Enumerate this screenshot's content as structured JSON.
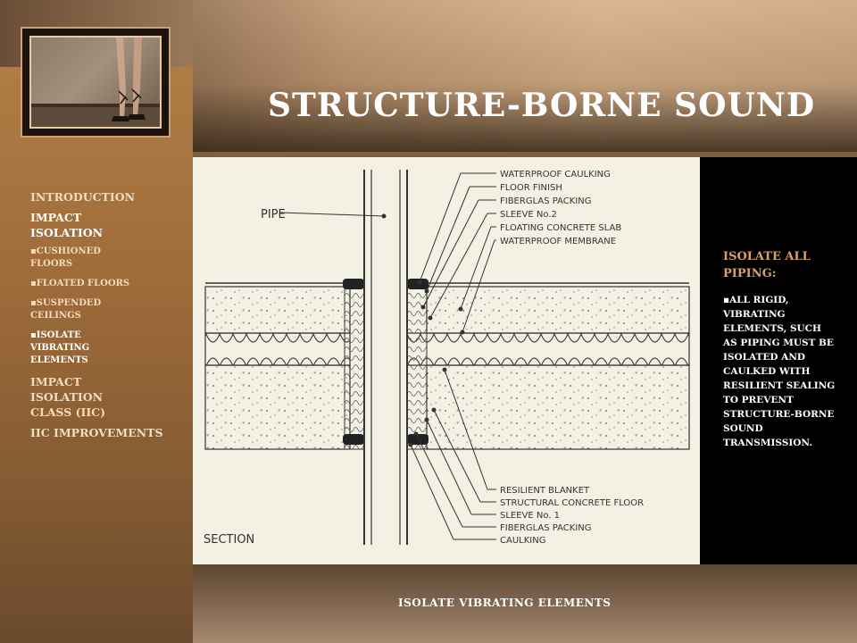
{
  "title": "STRUCTURE-BORNE SOUND",
  "sidebar": {
    "items": [
      {
        "label": "INTRODUCTION"
      },
      {
        "label": "IMPACT ISOLATION"
      },
      {
        "label": "▪CUSHIONED FLOORS"
      },
      {
        "label": "▪FLOATED FLOORS"
      },
      {
        "label": "▪SUSPENDED CEILINGS"
      },
      {
        "label": "▪ISOLATE VIBRATING ELEMENTS"
      },
      {
        "label": "IMPACT ISOLATION CLASS (IIC)"
      },
      {
        "label": "IIC IMPROVEMENTS"
      }
    ]
  },
  "diagram": {
    "pipe_label": "PIPE",
    "section_label": "SECTION",
    "top_labels": [
      "WATERPROOF CAULKING",
      "FLOOR FINISH",
      "FIBERGLAS PACKING",
      "SLEEVE No.2",
      "FLOATING CONCRETE SLAB",
      "WATERPROOF MEMBRANE"
    ],
    "bottom_labels": [
      "RESILIENT BLANKET",
      "STRUCTURAL CONCRETE FLOOR",
      "SLEEVE No. 1",
      "FIBERGLAS PACKING",
      "CAULKING"
    ]
  },
  "right_panel": {
    "heading": "ISOLATE ALL PIPING:",
    "body": "▪ALL RIGID, VIBRATING ELEMENTS, SUCH AS PIPING MUST BE ISOLATED AND CAULKED WITH RESILIENT SEALING TO PREVENT STRUCTURE-BORNE SOUND TRANSMISSION."
  },
  "footer": "ISOLATE VIBRATING ELEMENTS",
  "colors": {
    "accent": "#d9a06a",
    "sidebar": "#a06c3a",
    "panel": "#000000"
  }
}
